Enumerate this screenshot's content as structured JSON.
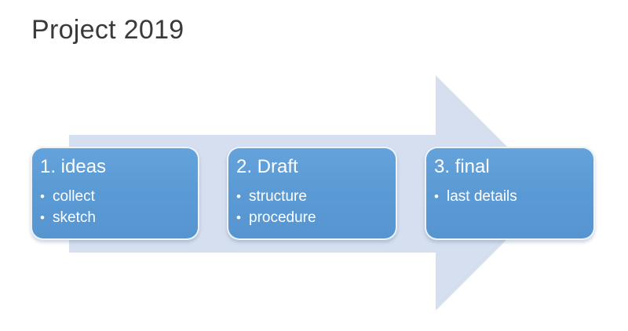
{
  "slide": {
    "title": "Project 2019",
    "background": "#FFFFFF"
  },
  "colors": {
    "title_text": "#3A3A3A",
    "arrow_fill": "#D5DFEF",
    "box_fill": "#5B9BD5",
    "box_border": "#FFFFFF",
    "box_text": "#FFFFFF"
  },
  "diagram": {
    "type": "horizontal-process-arrow",
    "bullet_glyph": "•",
    "steps": [
      {
        "heading": "1. ideas",
        "bullets": [
          "collect",
          "sketch"
        ]
      },
      {
        "heading": "2. Draft",
        "bullets": [
          "structure",
          "procedure"
        ]
      },
      {
        "heading": "3. final",
        "bullets": [
          "last details"
        ]
      }
    ]
  }
}
